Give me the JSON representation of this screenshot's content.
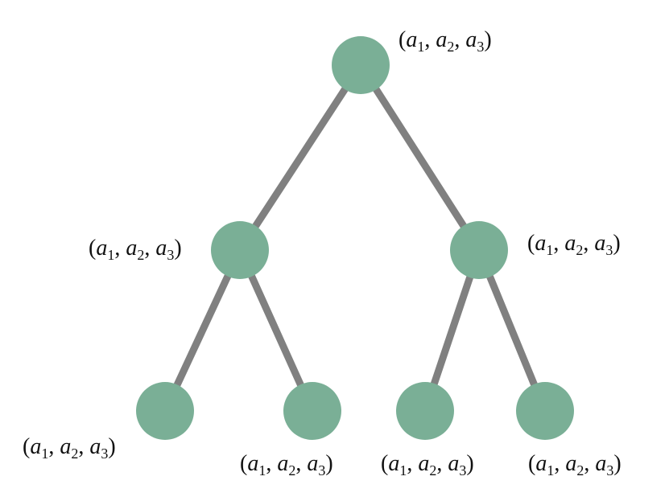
{
  "tree": {
    "colors": {
      "node": "#7aaf96",
      "edge": "#808080",
      "text": "#111111"
    },
    "nodes": [
      {
        "id": "root",
        "label": {
          "open": "(",
          "parts": [
            {
              "var": "a",
              "sub": "1"
            },
            {
              "var": "a",
              "sub": "2"
            },
            {
              "var": "a",
              "sub": "3"
            }
          ],
          "close": ")"
        }
      },
      {
        "id": "left",
        "label": {
          "open": "(",
          "parts": [
            {
              "var": "a",
              "sub": "1"
            },
            {
              "var": "a",
              "sub": "2"
            },
            {
              "var": "a",
              "sub": "3"
            }
          ],
          "close": ")"
        }
      },
      {
        "id": "right",
        "label": {
          "open": "(",
          "parts": [
            {
              "var": "a",
              "sub": "1"
            },
            {
              "var": "a",
              "sub": "2"
            },
            {
              "var": "a",
              "sub": "3"
            }
          ],
          "close": ")"
        }
      },
      {
        "id": "left-left",
        "label": {
          "open": "(",
          "parts": [
            {
              "var": "a",
              "sub": "1"
            },
            {
              "var": "a",
              "sub": "2"
            },
            {
              "var": "a",
              "sub": "3"
            }
          ],
          "close": ")"
        }
      },
      {
        "id": "left-right",
        "label": {
          "open": "(",
          "parts": [
            {
              "var": "a",
              "sub": "1"
            },
            {
              "var": "a",
              "sub": "2"
            },
            {
              "var": "a",
              "sub": "3"
            }
          ],
          "close": ")"
        }
      },
      {
        "id": "right-left",
        "label": {
          "open": "(",
          "parts": [
            {
              "var": "a",
              "sub": "1"
            },
            {
              "var": "a",
              "sub": "2"
            },
            {
              "var": "a",
              "sub": "3"
            }
          ],
          "close": ")"
        }
      },
      {
        "id": "right-right",
        "label": {
          "open": "(",
          "parts": [
            {
              "var": "a",
              "sub": "1"
            },
            {
              "var": "a",
              "sub": "2"
            },
            {
              "var": "a",
              "sub": "3"
            }
          ],
          "close": ")"
        }
      }
    ],
    "edges": [
      {
        "from": "root",
        "to": "left"
      },
      {
        "from": "root",
        "to": "right"
      },
      {
        "from": "left",
        "to": "left-left"
      },
      {
        "from": "left",
        "to": "left-right"
      },
      {
        "from": "right",
        "to": "right-left"
      },
      {
        "from": "right",
        "to": "right-right"
      }
    ]
  }
}
